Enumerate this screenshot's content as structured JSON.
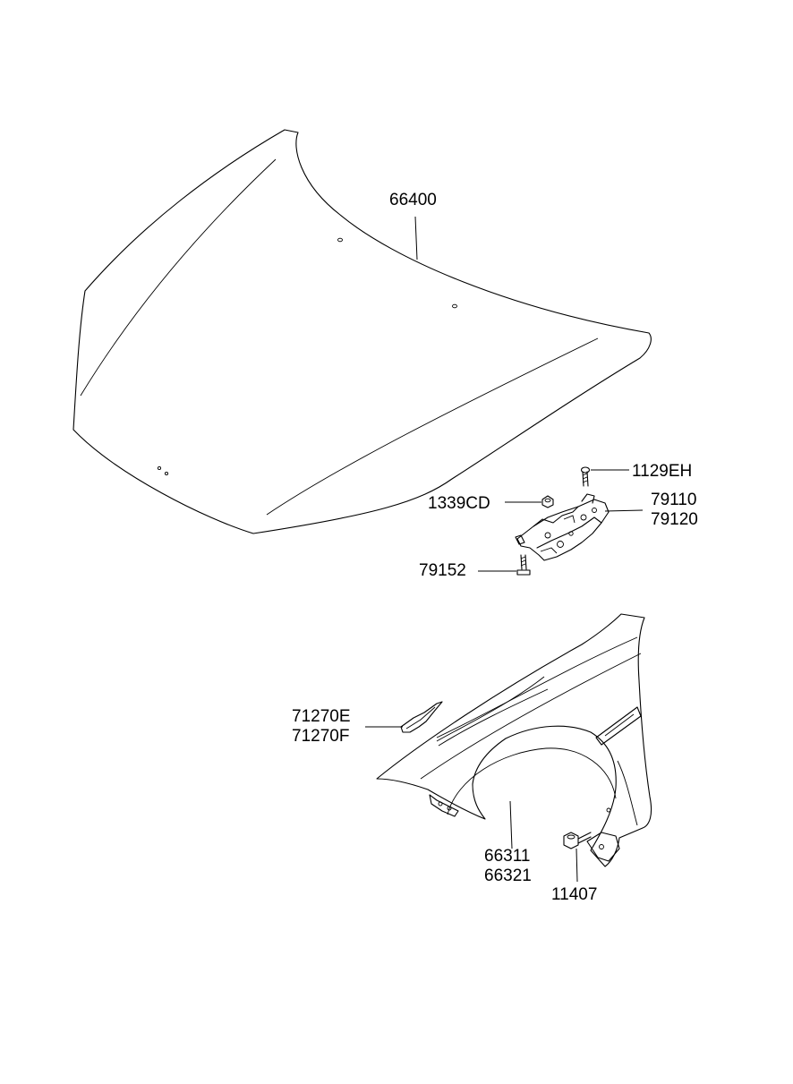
{
  "labels": {
    "hood": "66400",
    "bolt_1129": "1129EH",
    "nut_1339": "1339CD",
    "hinge_a": "79110",
    "hinge_b": "79120",
    "bolt_79152": "79152",
    "insulator_a": "71270E",
    "insulator_b": "71270F",
    "fender_a": "66311",
    "fender_b": "66321",
    "bolt_11407": "11407"
  }
}
